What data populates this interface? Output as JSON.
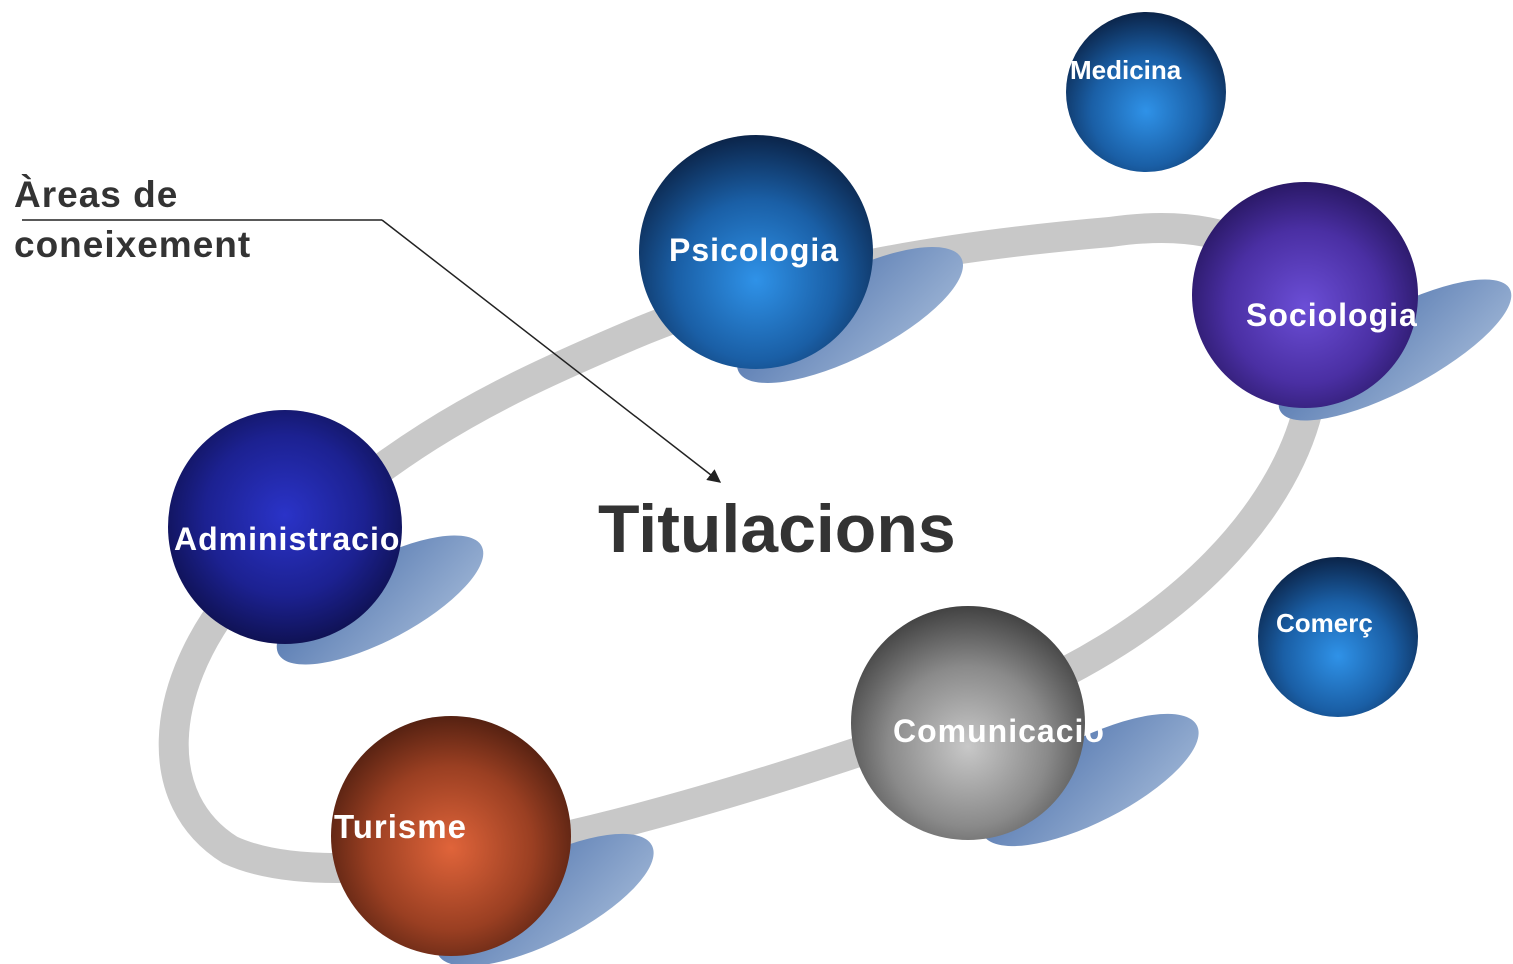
{
  "caption": {
    "line1": "Àreas de",
    "line2": "coneixement"
  },
  "title": "Titulacions",
  "spheres": [
    {
      "key": "medicina",
      "label": "Medicina",
      "style": "blue"
    },
    {
      "key": "psicologia",
      "label": "Psicologia",
      "style": "blue"
    },
    {
      "key": "sociologia",
      "label": "Sociologia",
      "style": "purple"
    },
    {
      "key": "administracio",
      "label": "Administracio",
      "style": "navy"
    },
    {
      "key": "comerc",
      "label": "Comerç",
      "style": "blue"
    },
    {
      "key": "comunicacio",
      "label": "Comunicacio",
      "style": "gray"
    },
    {
      "key": "turisme",
      "label": "Turisme",
      "style": "rust"
    }
  ],
  "colors": {
    "ring": "#c8c8c8",
    "shadow": "#6f8fbf",
    "text": "#333333",
    "label": "#ffffff"
  }
}
